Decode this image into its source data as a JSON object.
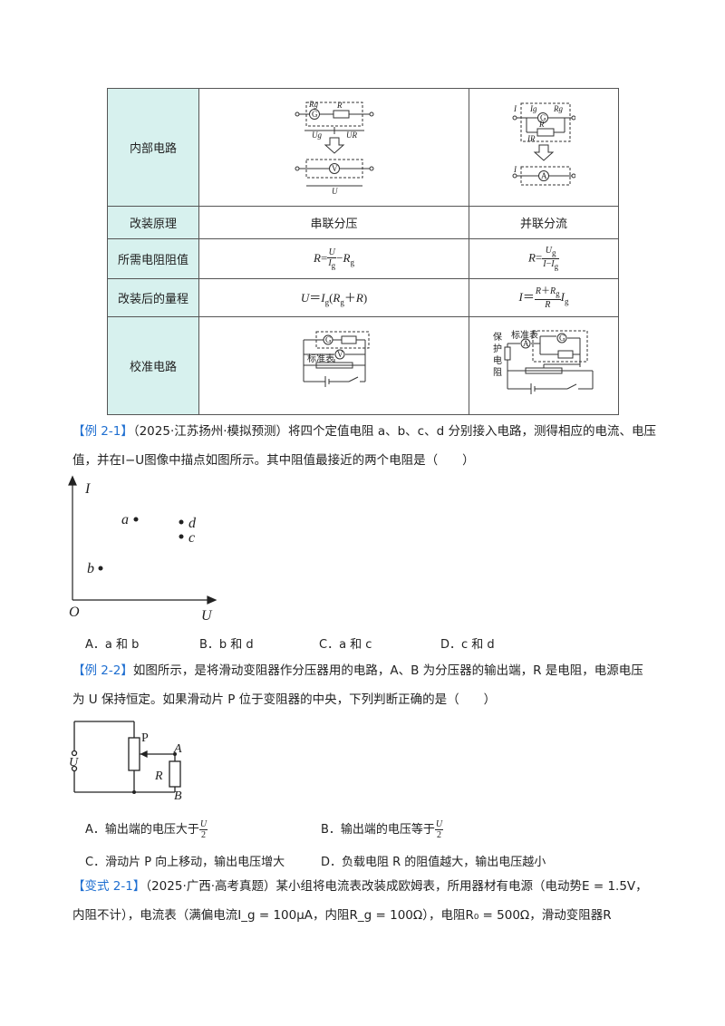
{
  "table": {
    "rows": [
      {
        "label": "内部电路"
      },
      {
        "label": "改装原理",
        "col1": "串联分压",
        "col2": "并联分流"
      },
      {
        "label": "所需电阻阻值"
      },
      {
        "label": "改装后的量程"
      },
      {
        "label": "校准电路"
      }
    ],
    "diagram_text": {
      "g": "G",
      "v": "V",
      "a": "A",
      "r": "R",
      "rg": "Rg",
      "ug": "Ug",
      "ur": "UR",
      "u": "U",
      "i": "I",
      "ig": "Ig",
      "ir": "IR",
      "standard_meter": "标准表",
      "protect_resistor": [
        "保",
        "护",
        "电",
        "阻"
      ]
    }
  },
  "example21": {
    "tag": "【例 2-1】",
    "line1": "（2025·江苏扬州·模拟预测）将四个定值电阻 a、b、c、d 分别接入电路，测得相应的电流、电压",
    "line2": "值，并在I−U图像中描点如图所示。其中阻值最接近的两个电阻是（　　）",
    "graph": {
      "y_axis": "I",
      "x_axis": "U",
      "origin": "O",
      "points": [
        "a",
        "b",
        "c",
        "d"
      ]
    },
    "options": [
      "A．a 和 b",
      "B．b 和 d",
      "C．a 和 c",
      "D．c 和 d"
    ]
  },
  "example22": {
    "tag": "【例 2-2】",
    "line1": "如图所示，是将滑动变阻器作分压器用的电路，A、B 为分压器的输出端，R 是电阻，电源电压",
    "line2": "为 U 保持恒定。如果滑动片 P 位于变阻器的中央，下列判断正确的是（　　）",
    "circuit": {
      "p": "P",
      "a": "A",
      "b": "B",
      "r": "R",
      "u": "U"
    },
    "options": {
      "a": "A．输出端的电压大于",
      "b": "B．输出端的电压等于",
      "c": "C．滑动片 P 向上移动，输出电压增大",
      "d": "D．负载电阻 R 的阻值越大，输出电压越小"
    },
    "frac_num": "U",
    "frac_den": "2"
  },
  "variant21": {
    "tag": "【变式 2-1】",
    "line1": "（2025·广西·高考真题）某小组将电流表改装成欧姆表，所用器材有电源（电动势E = 1.5V，",
    "line2": "内阻不计），电流表（满偏电流I_g = 100μA，内阻R_g = 100Ω），电阻R₀ = 500Ω，滑动变阻器R"
  },
  "colors": {
    "header_bg": "#d7f1ee",
    "tag_blue": "#1f6fd1"
  }
}
